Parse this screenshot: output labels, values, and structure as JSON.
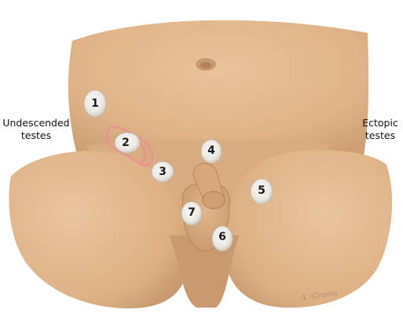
{
  "labels": {
    "left": "Undescended\ntestes",
    "right": "Ectopic\ntestes"
  },
  "testes": [
    {
      "number": "1",
      "group": "undescended"
    },
    {
      "number": "2",
      "group": "undescended"
    },
    {
      "number": "3",
      "group": "undescended"
    },
    {
      "number": "4",
      "group": "ectopic"
    },
    {
      "number": "5",
      "group": "ectopic"
    },
    {
      "number": "6",
      "group": "ectopic"
    },
    {
      "number": "7",
      "group": "ectopic"
    }
  ],
  "signature": "A. Grams",
  "colors": {
    "skin": "#e3b98f",
    "skin_shadow": "#cf9f74",
    "skin_dark": "#b9865d",
    "testis": "#efeeea",
    "canal_outline": "#ef8c95"
  }
}
